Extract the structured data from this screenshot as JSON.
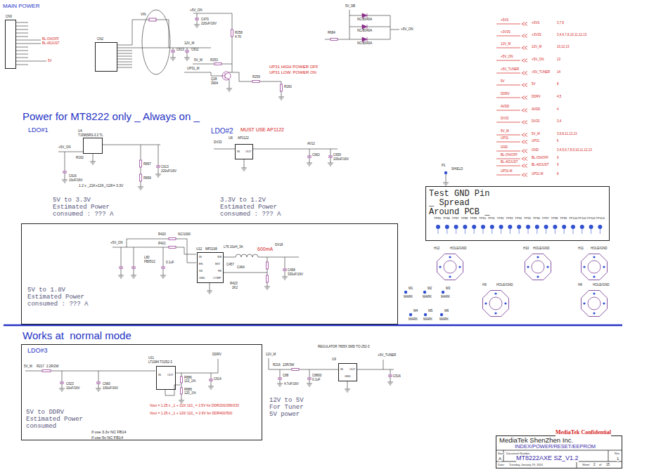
{
  "diagram": {
    "nodes": [
      {
        "text": [
          "CN0"
        ]
      },
      {
        "text": [
          "CN2"
        ]
      },
      {
        "text": [
          "U4",
          "TJ3965RS-3.3 TL"
        ]
      },
      {
        "text": [
          "U8",
          "AP1122",
          "IN",
          "OUT"
        ]
      },
      {
        "text": [
          "Test GND Pin _ Spread Around PCB _"
        ]
      },
      {
        "text": [
          "5V to 1.8V Estimated Power consumed : ??? A"
        ]
      },
      {
        "text": [
          "U12",
          "MP2108",
          "IN",
          "SW",
          "EN",
          "BST",
          "SS",
          "FB",
          "GND",
          "COMP"
        ],
        "in": 5
      },
      {
        "text": [
          "LDO#3",
          "5V to DDRV Estimated Power consumed"
        ]
      },
      {
        "text": [
          "U11",
          "LT1084 TO252-3",
          "IN",
          "OUT"
        ],
        "in": 7
      },
      {
        "text": [
          "U9",
          "IN",
          "OUT",
          "GND"
        ]
      },
      {
        "text": [
          "MediaTek ShenZhen Inc.",
          "INDEX/POWER/RESET/EEPROM",
          "Size",
          "A",
          "Document Number",
          "MT8222AXE SZ_V1.2",
          "Rev",
          "1",
          "Date:",
          "Tuesday, January 19, 2010",
          "Sheet",
          "2",
          "of",
          "15"
        ]
      }
    ],
    "labels": [
      "MAIN POWER",
      "BL-ON/OFF",
      "BL-ADJUST",
      "5V",
      "VIN",
      "+5V_ON",
      "C470",
      "220uF/16V",
      "12V_M",
      "C613",
      "C611",
      "R258",
      "4.7K",
      "R253",
      "5V_M",
      "UP31_M",
      "Q28",
      "3904",
      "R259",
      "R260",
      "UP31 HIGH POWER OFF",
      "UP31 LOW: POWER ON",
      "5V_SB",
      "R684",
      "NC/B340A",
      "NC/B340A",
      "NC/B340A",
      "+5V_ON",
      "+5VS",
      "+5VS",
      "3,7,8",
      "+3V3S",
      "+3V3S",
      "3,4,6,7,8,10,11,12,13",
      "12V_M",
      "12V_M",
      "10,12,13",
      "+5V_ON",
      "+5V_ON",
      "13",
      "+5V_TUNER",
      "+5V_TUNER",
      "14",
      "5V",
      "5V",
      "8",
      "DDRV",
      "DDRV",
      "4,5",
      "AVDD",
      "AVDD",
      "4",
      "DV33",
      "DV33",
      "3,4",
      "5V_M",
      "5V_M",
      "3,6,8,11,12,13",
      "UP31",
      "UP31",
      "6",
      "GND",
      "GND",
      "3,4,5,6,7,8,9,10,11,12,13",
      "BL-ON/OFF",
      "BL-ON/OFF",
      "9",
      "BL-ADJUST",
      "BL-ADJUST",
      "9",
      "UP31-M",
      "UP31-M",
      "8",
      "Power for MT8222 only _ Always on _",
      "LDO#1",
      "+5V_ON",
      "R192",
      "R897",
      "R899",
      "C613",
      "220uF/16V",
      "C616",
      "10uF/16V",
      "1.2 x _21K+12K_/12K= 3.3V",
      "5V to 3.3V Estimated Power consumed : ??? A",
      "LDO#2",
      "MUST USE AP1122",
      "DV33",
      "AV12",
      "C662",
      "C659",
      "100uF/16V",
      "3.3V to 1.2V Estimated Power consumed : ??? A",
      "P1",
      "SHIELD",
      "+5V_ON",
      "R420",
      "NC/100K",
      "R421",
      "L80",
      "FB0512",
      "0.1uF",
      "L76 10uH_3A",
      "C457",
      "600mA",
      "DV18",
      "C464",
      "R423",
      "2K2",
      "C458",
      "330uF/16V",
      "TP85",
      "TP86",
      "TP87",
      "TP88",
      "TP89",
      "TP90",
      "TP91",
      "TP92",
      "TP93",
      "TP94",
      "TP95",
      "TP96",
      "TP97",
      "TP98",
      "TP99",
      "TP100",
      "TP101",
      "TP102",
      "TP103",
      "H12",
      "HOLE/GND",
      "H10",
      "HOLE/GND",
      "H11",
      "HOLE/GND",
      "H9",
      "HOLE/GND",
      "H8",
      "HOLE/GND",
      "M1",
      "MARK",
      "M2",
      "MARK",
      "M3",
      "MARK",
      "M4",
      "MARK",
      "M5",
      "MARK",
      "M6",
      "MARK",
      "Works at  normal mode",
      "5V_M",
      "R217",
      "2.2R/2W",
      "C623",
      "10uF/16V",
      "C660",
      "100uF/16V",
      "R886",
      "110_1%",
      "R888",
      "120_1%",
      "C614",
      "DDRV",
      "Vout = 1.25 x _1 + 110/ 110_ = 2.5V for DDR200/266/333",
      "Vout = 1.25 x _1 + 120/ 110_ = 2.6V for DDR400/500",
      "If use 3.3v NC FB14",
      "If use 5v NC FB14",
      "12V_M",
      "R216",
      "22R/3W",
      "C88",
      "4.7uF/16V",
      "C8800",
      "0.1uF",
      "REGULATOR 7805X SMD TO-252-3",
      "+5V_TUNER",
      "C516",
      "12V to 5V For Tuner 5V power",
      "MediaTek Confidential"
    ]
  }
}
